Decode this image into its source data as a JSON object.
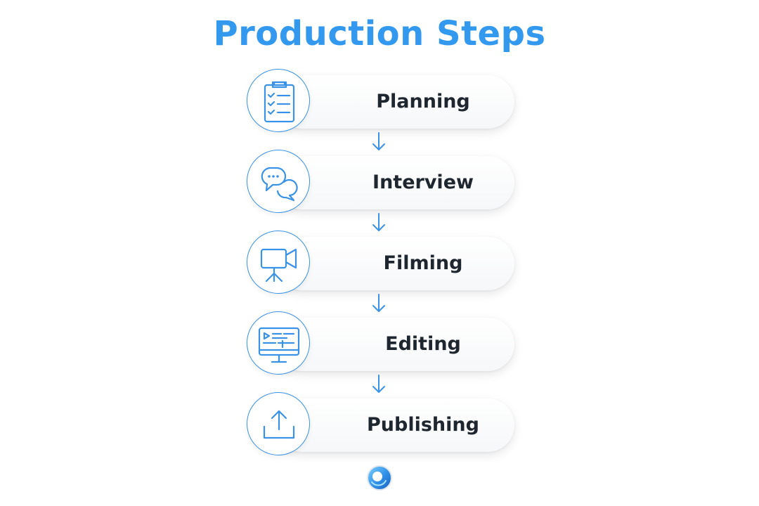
{
  "title": "Production Steps",
  "accent_color": "#3399ee",
  "steps": [
    {
      "label": "Planning",
      "icon": "clipboard-checklist-icon"
    },
    {
      "label": "Interview",
      "icon": "chat-bubbles-icon"
    },
    {
      "label": "Filming",
      "icon": "video-camera-tripod-icon"
    },
    {
      "label": "Editing",
      "icon": "monitor-editing-timeline-icon"
    },
    {
      "label": "Publishing",
      "icon": "upload-tray-icon"
    }
  ]
}
